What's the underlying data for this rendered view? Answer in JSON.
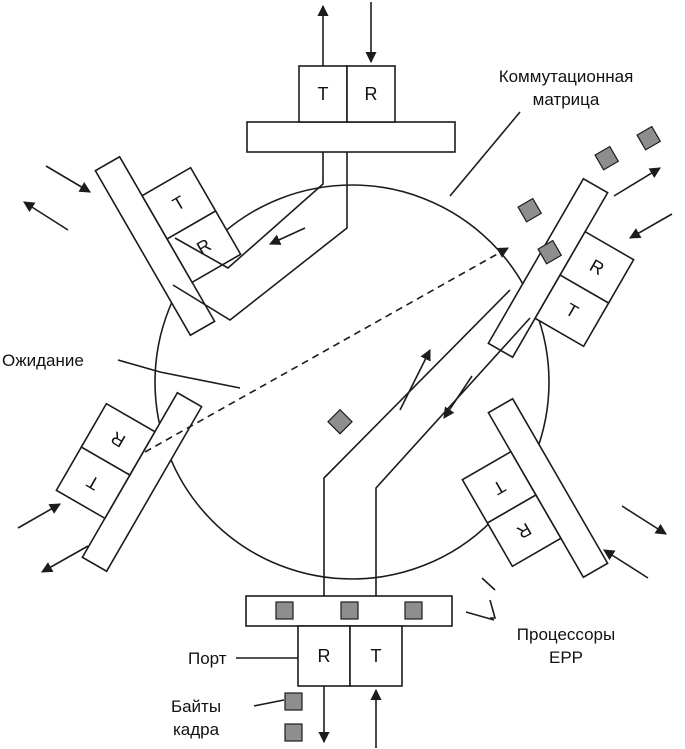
{
  "labels": {
    "matrix_line1": "Коммутационная",
    "matrix_line2": "матрица",
    "waiting": "Ожидание",
    "processors_line1": "Процессоры",
    "processors_line2": "EPP",
    "port": "Порт",
    "frame_bytes_line1": "Байты",
    "frame_bytes_line2": "кадра"
  },
  "ports": {
    "top": {
      "left": "T",
      "right": "R"
    },
    "bottom": {
      "left": "R",
      "right": "T"
    },
    "upper_left": {
      "outer": "T",
      "inner": "R"
    },
    "upper_right": {
      "outer": "T",
      "inner": "R"
    },
    "lower_left": {
      "outer": "R",
      "inner": "T"
    },
    "lower_right": {
      "outer": "T",
      "inner": "R"
    }
  }
}
